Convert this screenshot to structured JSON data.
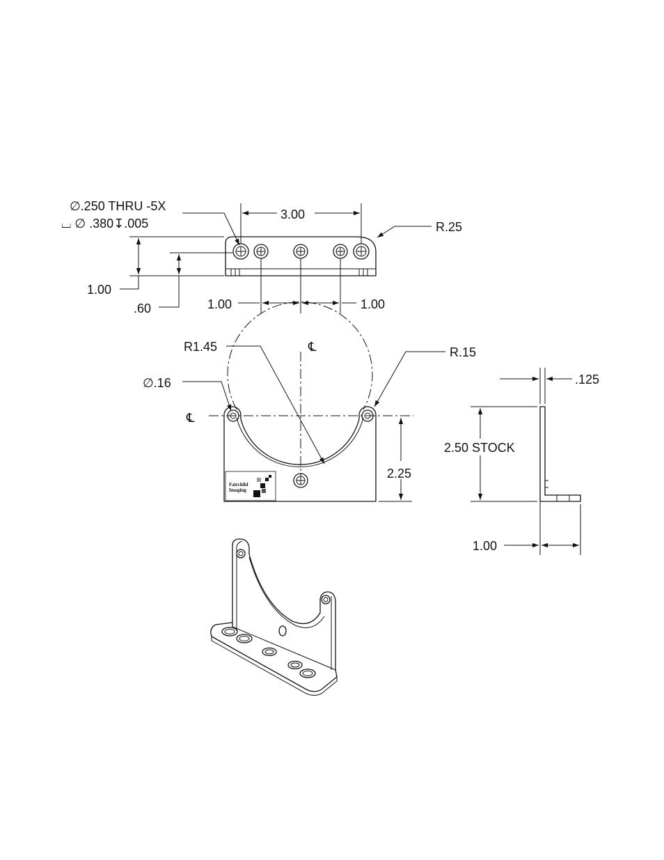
{
  "dimensions": {
    "hole_spec": "∅.250 THRU -5X",
    "counterbore_spec": "⌴ ∅ .380↧.005",
    "span": "3.00",
    "corner_radius": "R.25",
    "height_left": "1.00",
    "height_hole": ".60",
    "spacing_left": "1.00",
    "spacing_right": "1.00",
    "arc_radius": "R1.45",
    "tab_radius": "R.15",
    "small_hole": "∅.16",
    "bracket_height": "2.25",
    "thickness": ".125",
    "stock_height": "2.50 STOCK",
    "flange_depth": "1.00"
  },
  "symbols": {
    "centerline": "℄"
  },
  "logo": {
    "line1": "Fairchild",
    "line2": "Imaging"
  }
}
